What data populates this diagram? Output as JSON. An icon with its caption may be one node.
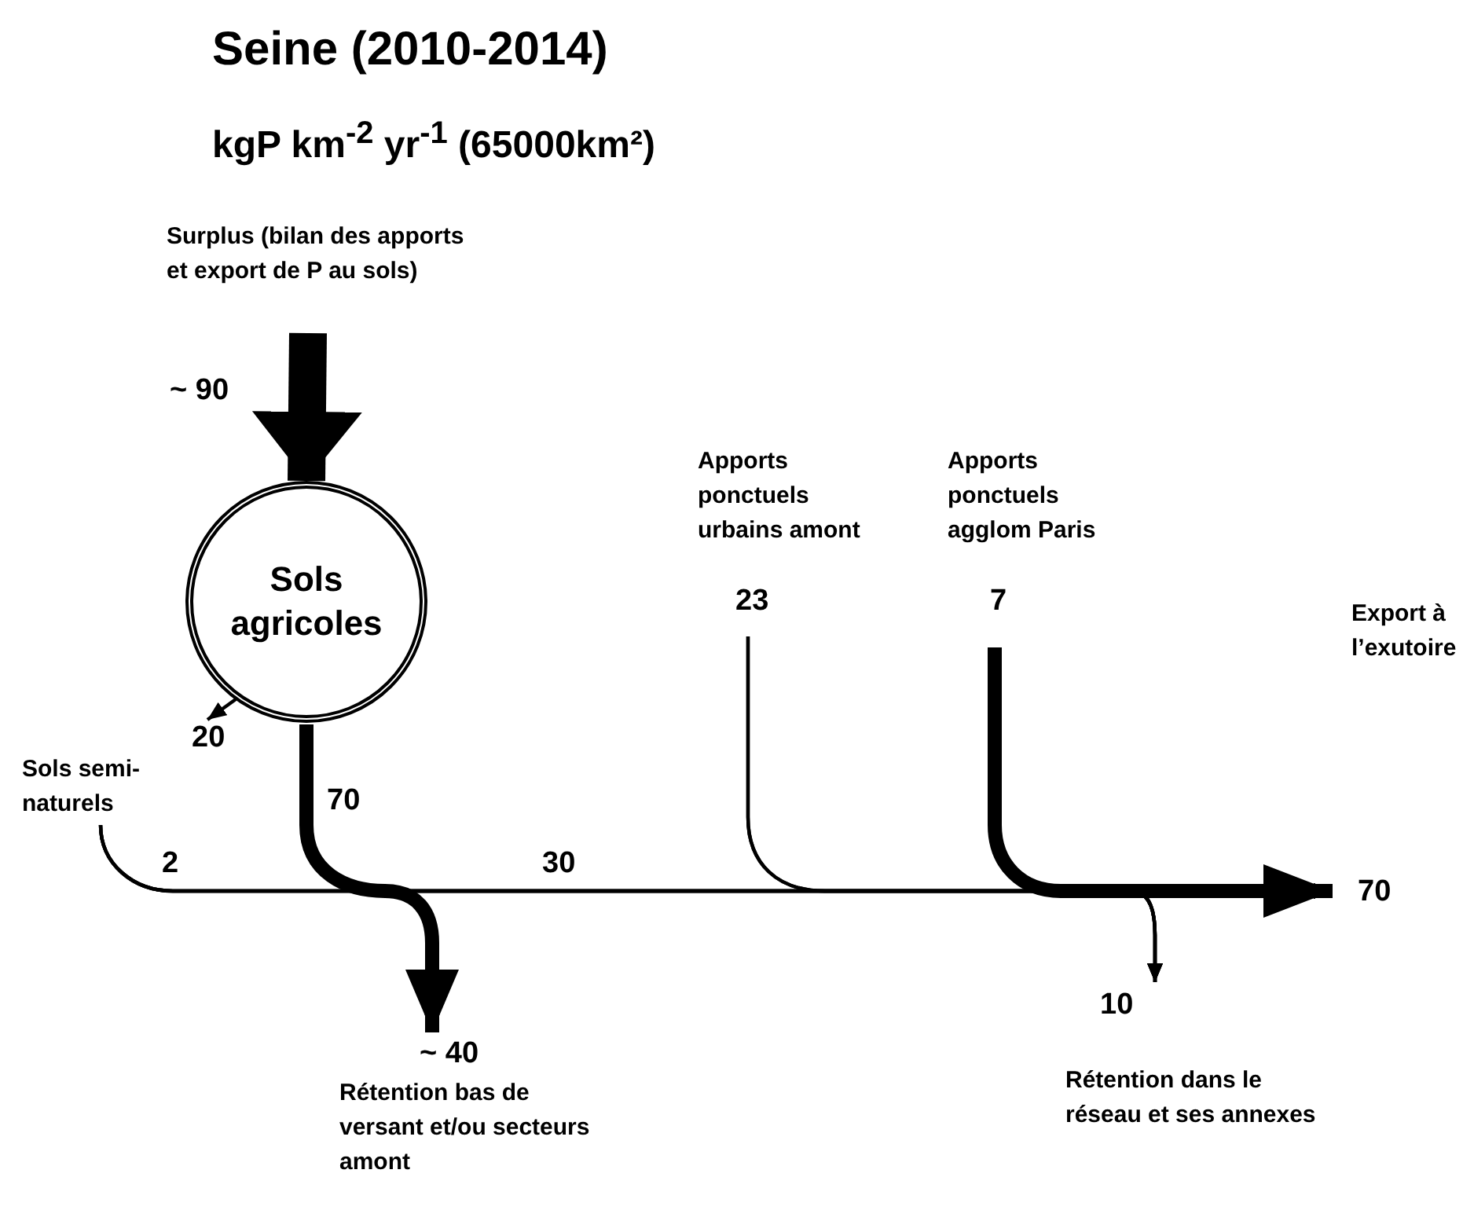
{
  "diagram": {
    "title": "Seine (2010-2014)",
    "nodes": [
      {
        "text": [
          "Surplus (bilan des apports et export de P au sols)"
        ]
      },
      {
        "text": [
          "Sols agricoles"
        ]
      },
      {
        "text": [
          "20"
        ]
      },
      {
        "text": [
          "Sols semi-naturels"
        ]
      },
      {
        "text": [
          "Apports ponctuels urbains amont"
        ],
        "beside": [
          "23"
        ]
      },
      {
        "text": [
          "Apports ponctuels agglom Paris"
        ],
        "beside": [
          "7"
        ]
      },
      {
        "text": [
          "Export à l’exutoire"
        ],
        "beside": [
          "70"
        ]
      },
      {
        "text": [
          "Rétention bas de versant et/ou secteurs amont"
        ],
        "beside": [
          "~ 40"
        ]
      },
      {
        "text": [
          "Rétention dans le réseau et ses annexes"
        ],
        "beside": [
          "10"
        ]
      }
    ],
    "edges": [
      {
        "from": 0,
        "to": 1,
        "arrow": "to",
        "label": "~ 90",
        "style": "thick"
      },
      {
        "from": 1,
        "to": 2,
        "arrow": "to"
      },
      {
        "from": 1,
        "to": 7,
        "arrow": "to",
        "style": "thick"
      },
      {
        "from": 1,
        "to": 6,
        "arrow": "to"
      },
      {
        "from": 1,
        "to": 8,
        "arrow": "to"
      },
      {
        "from": 3,
        "to": 7,
        "arrow": "to"
      },
      {
        "from": 3,
        "to": 6,
        "arrow": "to"
      },
      {
        "from": 3,
        "to": 8,
        "arrow": "to"
      },
      {
        "from": 4,
        "to": 6,
        "arrow": "to"
      },
      {
        "from": 4,
        "to": 8,
        "arrow": "to"
      },
      {
        "from": 5,
        "to": 6,
        "arrow": "to",
        "style": "thick"
      },
      {
        "from": 5,
        "to": 8,
        "arrow": "to"
      }
    ],
    "labels": [
      "kgP km$^{-2}$ yr$^{-1}$ (65000km²)",
      "70",
      "2",
      "30"
    ]
  }
}
